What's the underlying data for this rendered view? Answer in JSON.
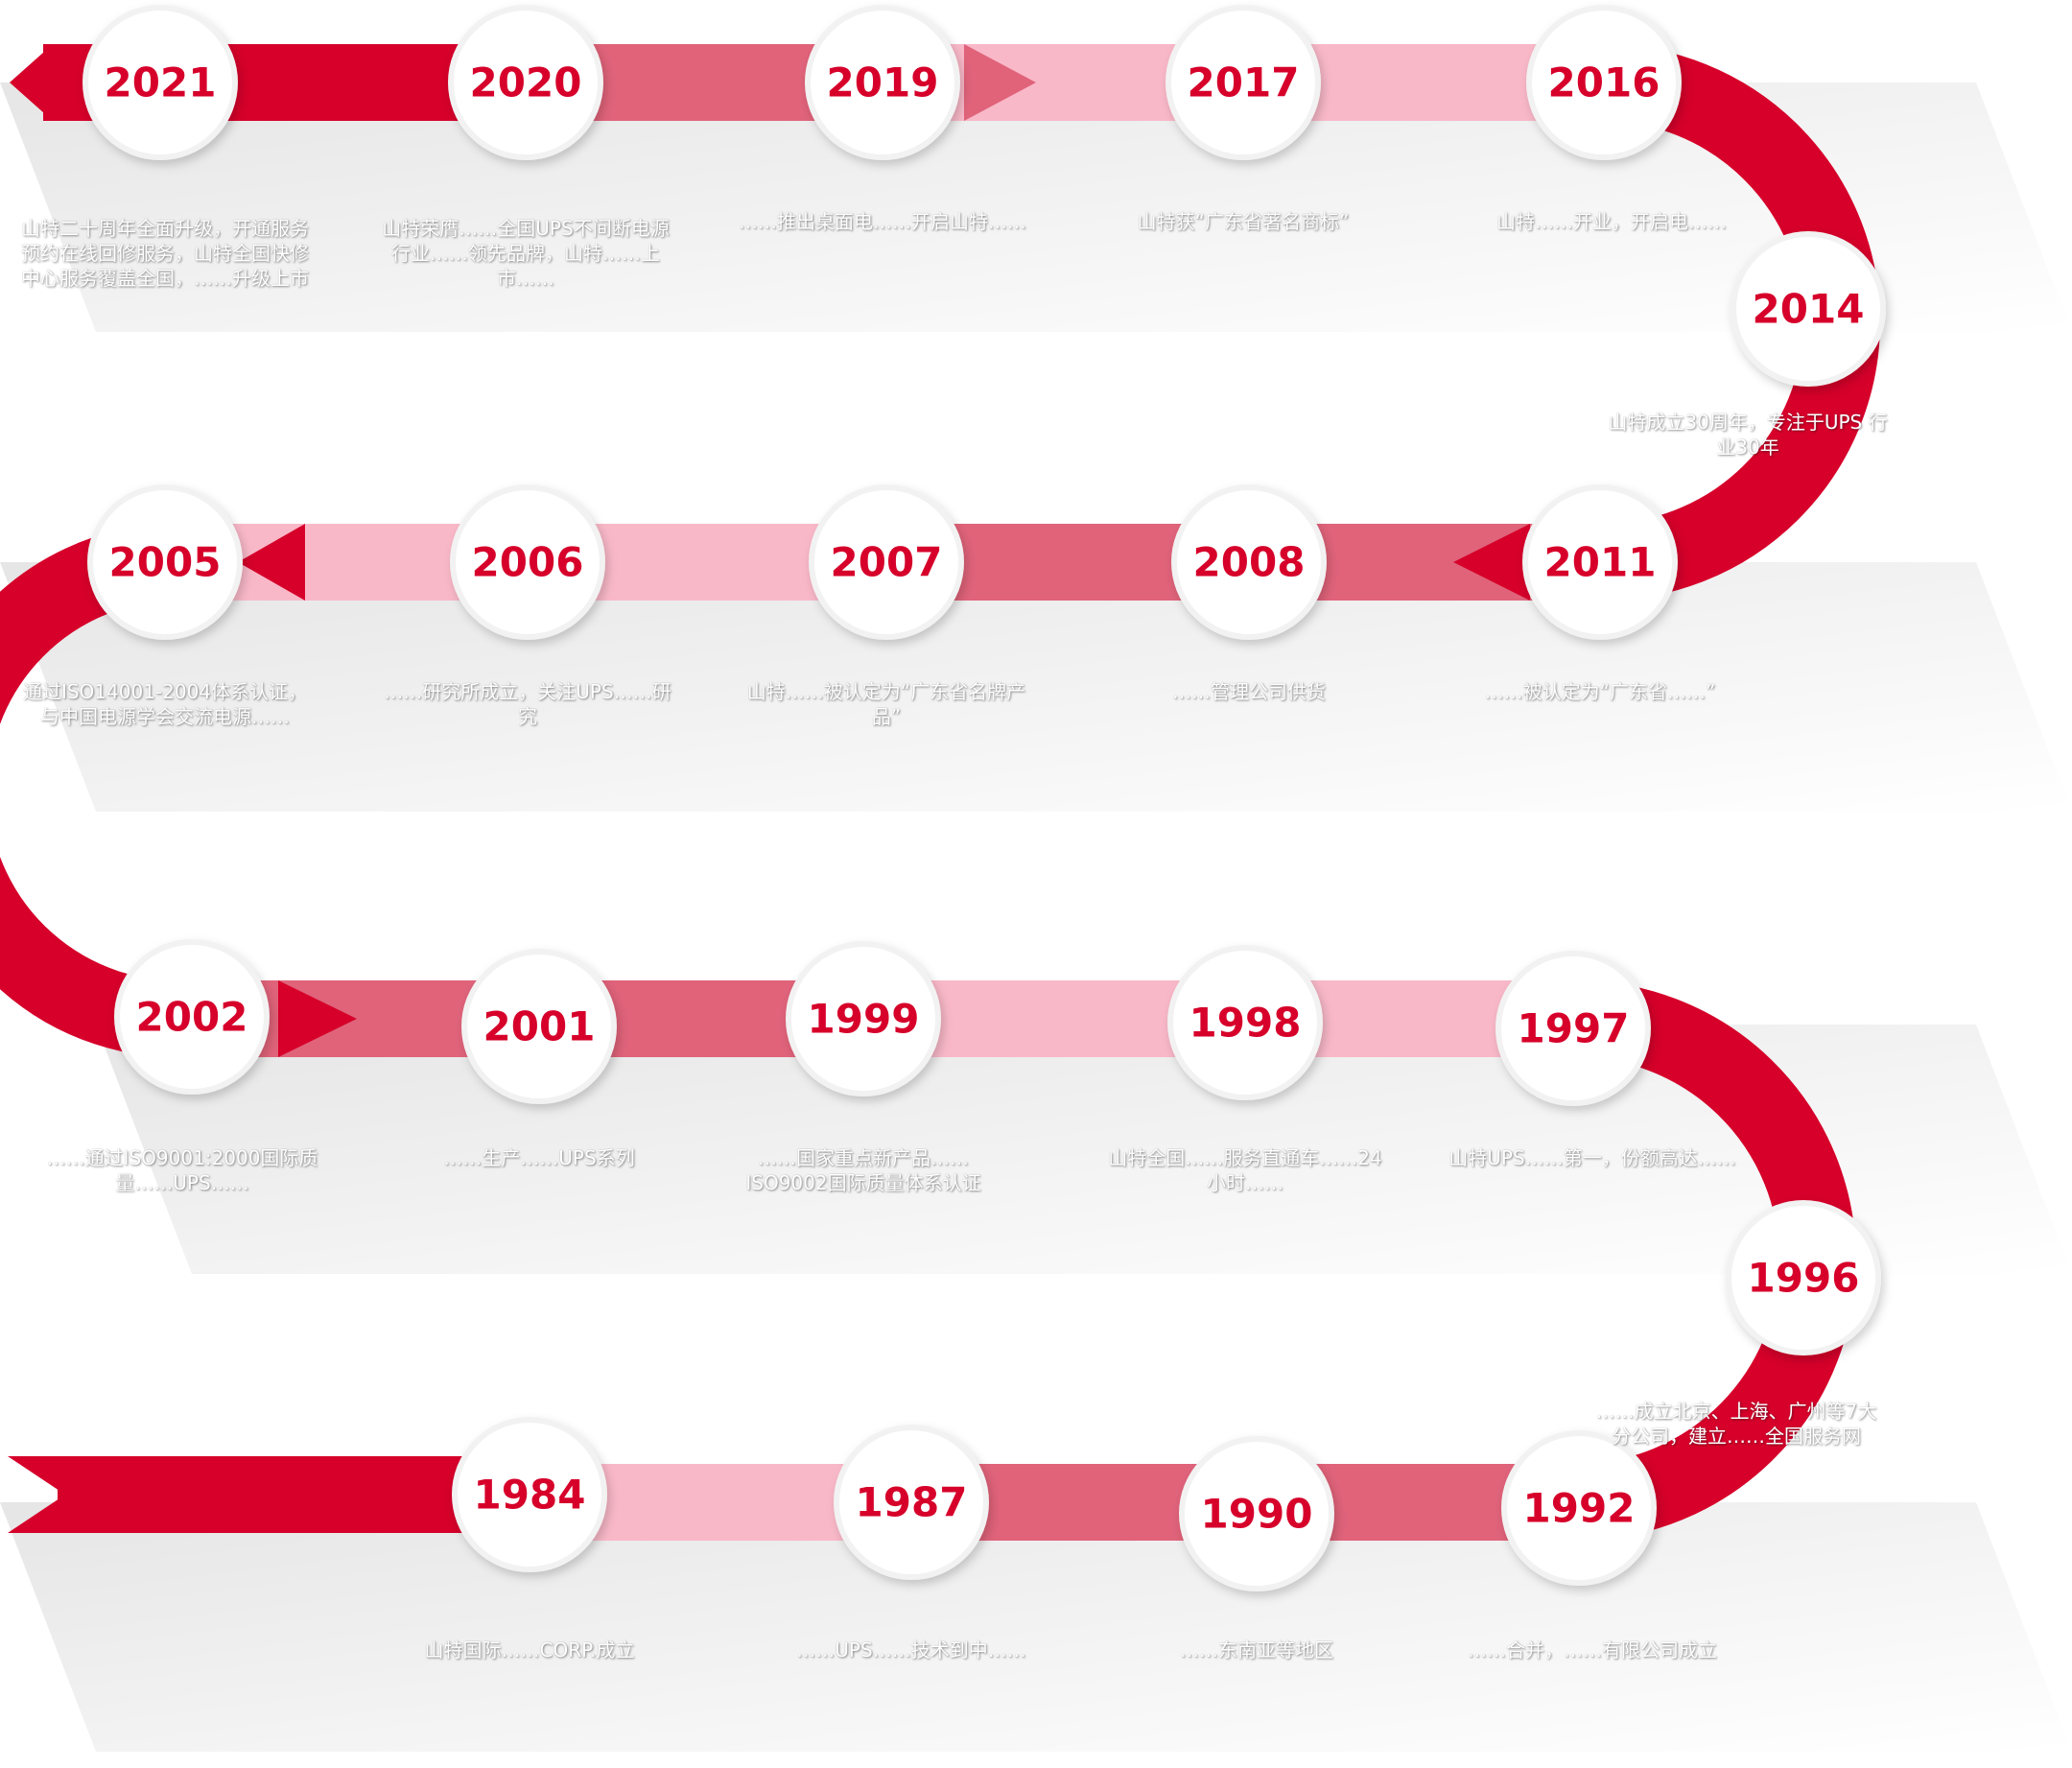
{
  "colors": {
    "red": "#d6002a",
    "medium": "#e0637a",
    "pink": "#f9b8c8",
    "circle_border": "#f2f2f2",
    "year_text": "#d6002a"
  },
  "milestones": [
    {
      "year": "2021",
      "text": "山特二十周年全面升级，开通服务预约在线回修服务，山特全国快修中心服务覆盖全国，……升级上市"
    },
    {
      "year": "2020",
      "text": "山特荣膺……全国UPS不间断电源行业……领先品牌，山特……上市……"
    },
    {
      "year": "2019",
      "text": "……推出桌面电……开启山特……"
    },
    {
      "year": "2017",
      "text": "山特获“广东省著名商标”"
    },
    {
      "year": "2016",
      "text": "山特……开业，开启电……"
    },
    {
      "year": "2014",
      "text": "山特成立30周年，专注于UPS 行业30年"
    },
    {
      "year": "2011",
      "text": "……被认定为“广东省……”"
    },
    {
      "year": "2008",
      "text": "……管理公司供货"
    },
    {
      "year": "2007",
      "text": "山特……被认定为“广东省名牌产品”"
    },
    {
      "year": "2006",
      "text": "……研究所成立，关注UPS……研究"
    },
    {
      "year": "2005",
      "text": "通过ISO14001-2004体系认证，与中国电源学会交流电源……"
    },
    {
      "year": "2002",
      "text": "……通过ISO9001:2000国际质量……UPS……"
    },
    {
      "year": "2001",
      "text": "……生产……UPS系列"
    },
    {
      "year": "1999",
      "text": "……国家重点新产品……ISO9002国际质量体系认证"
    },
    {
      "year": "1998",
      "text": "山特全国……服务直通车……24小时……"
    },
    {
      "year": "1997",
      "text": "山特UPS……第一，份额高达……"
    },
    {
      "year": "1996",
      "text": "……成立北京、上海、广州等7大分公司，建立……全国服务网"
    },
    {
      "year": "1992",
      "text": "……合并，……有限公司成立"
    },
    {
      "year": "1990",
      "text": "……东南亚等地区"
    },
    {
      "year": "1987",
      "text": "……UPS……技术到中……"
    },
    {
      "year": "1984",
      "text": "山特国际……CORP.成立"
    }
  ]
}
